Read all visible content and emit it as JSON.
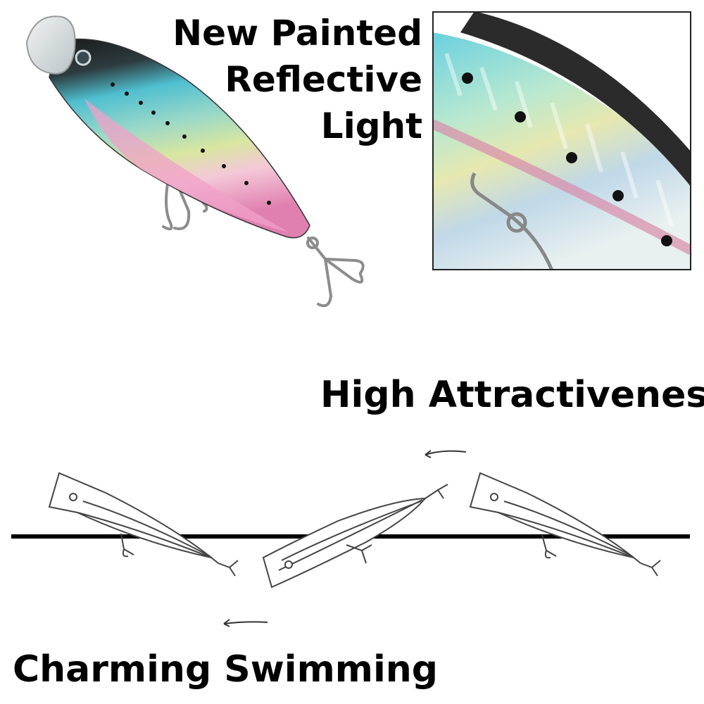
{
  "feature": {
    "title_lines": [
      "New Painted",
      "Reflective",
      "Light"
    ]
  },
  "animation": {
    "label_top": "High Attractiveness",
    "label_bottom": "Charming Swimming"
  },
  "colors": {
    "text": "#000000",
    "lure_back": "#1f1f1f",
    "lure_body": "#5fc8d4",
    "lure_belly": "#e88cb8",
    "hook": "#8a8a8a",
    "waterline": "#000000"
  },
  "icons": [
    "popper-lure-photo",
    "zoom-detail-photo",
    "lure-sketch",
    "motion-arrow"
  ]
}
